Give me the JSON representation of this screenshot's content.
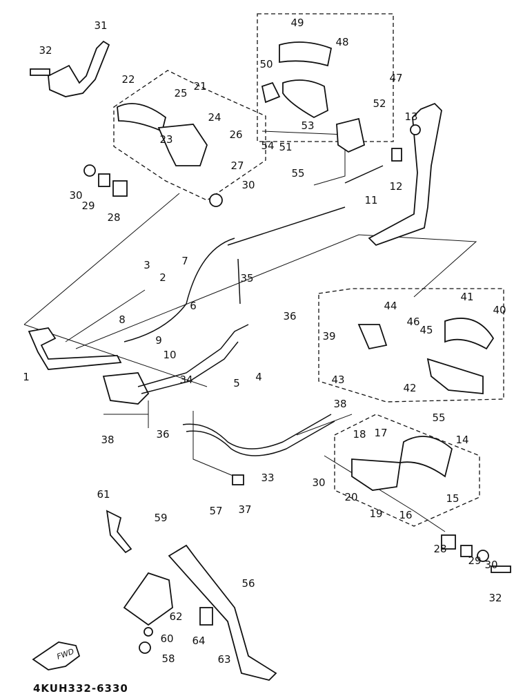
{
  "diagram_code": "4KUH332-6330",
  "fwd_label": "FWD",
  "callouts": [
    "31",
    "32",
    "21",
    "22",
    "25",
    "24",
    "26",
    "23",
    "27",
    "30",
    "29",
    "28",
    "30",
    "49",
    "48",
    "50",
    "47",
    "52",
    "53",
    "54",
    "51",
    "13",
    "55",
    "11",
    "12",
    "3",
    "2",
    "7",
    "35",
    "8",
    "6",
    "36",
    "9",
    "10",
    "39",
    "43",
    "44",
    "41",
    "40",
    "46",
    "45",
    "42",
    "1",
    "34",
    "5",
    "4",
    "55",
    "38",
    "38",
    "36",
    "18",
    "17",
    "14",
    "30",
    "33",
    "37",
    "20",
    "19",
    "16",
    "15",
    "61",
    "59",
    "57",
    "28",
    "29",
    "30",
    "32",
    "56",
    "62",
    "64",
    "60",
    "63",
    "58"
  ]
}
